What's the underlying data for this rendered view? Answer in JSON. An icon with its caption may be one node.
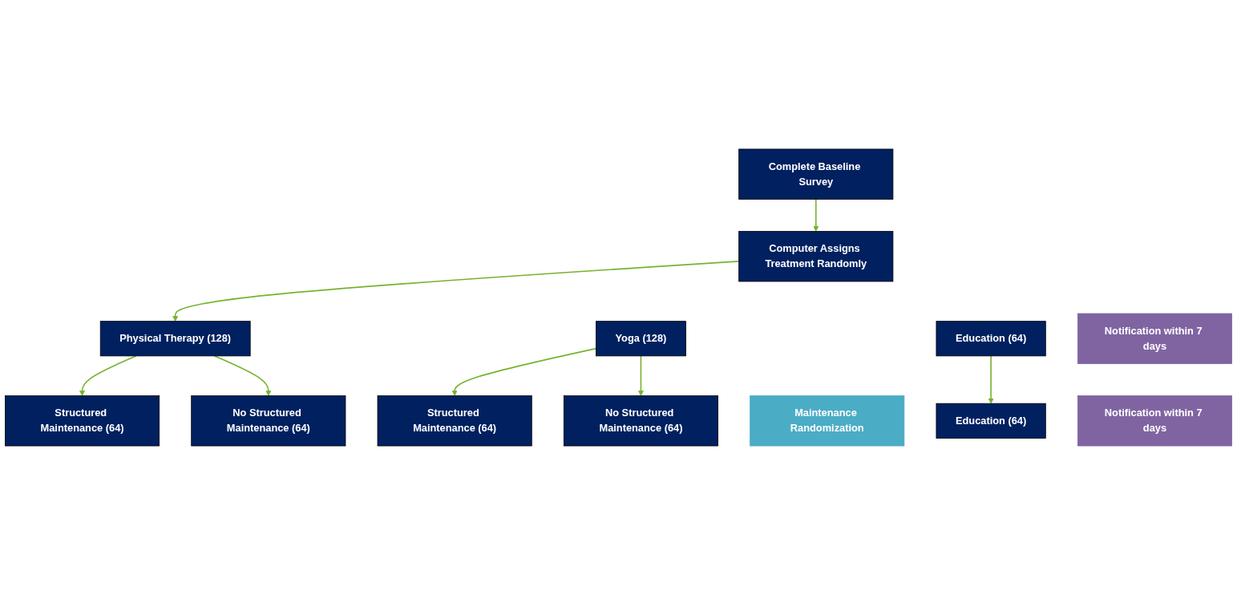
{
  "diagram": {
    "nodes": [
      {
        "text": [
          "Complete Baseline Survey"
        ]
      },
      {
        "text": [
          "Computer Assigns Treatment Randomly"
        ]
      },
      {
        "text": [
          "Notification within 7 days"
        ]
      },
      {
        "text": [
          "Yoga (128)"
        ]
      },
      {
        "text": [
          "Physical Therapy (128)"
        ]
      },
      {
        "text": [
          "Education (64)"
        ]
      },
      {
        "text": [
          "Maintenance Randomization"
        ]
      },
      {
        "text": [
          "Notification within 7 days"
        ]
      },
      {
        "text": [
          "Structured Maintenance (64)"
        ]
      },
      {
        "text": [
          "No Structured Maintenance (64)"
        ]
      },
      {
        "text": [
          "Structured Maintenance (64)"
        ]
      },
      {
        "text": [
          "No Structured Maintenance (64)"
        ]
      },
      {
        "text": [
          "Education (64)"
        ]
      }
    ],
    "edges": [
      {
        "from": 0,
        "to": 1,
        "arrow": "to"
      },
      {
        "from": 1,
        "to": 4,
        "arrow": "to"
      },
      {
        "from": 3,
        "to": 8,
        "arrow": "to"
      },
      {
        "from": 3,
        "to": 9,
        "arrow": "to"
      },
      {
        "from": 4,
        "to": 10,
        "arrow": "to"
      },
      {
        "from": 4,
        "to": 11,
        "arrow": "to"
      },
      {
        "from": 5,
        "to": 12,
        "arrow": "to"
      }
    ]
  }
}
